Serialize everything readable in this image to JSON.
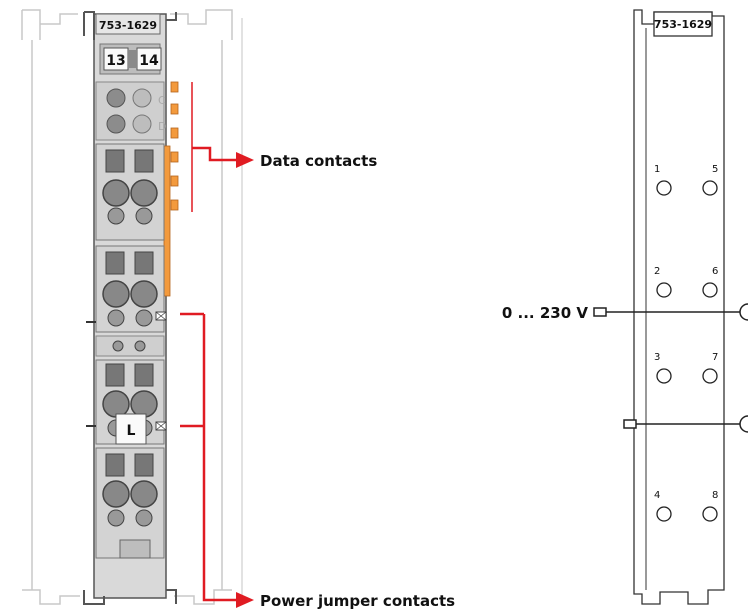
{
  "left_module": {
    "part_number": "753-1629",
    "terminal_markers": [
      "13",
      "14"
    ],
    "led_letters": [
      "C",
      "D"
    ],
    "potential_label": "L"
  },
  "callouts": {
    "data_contacts": "Data contacts",
    "power_jumper_contacts": "Power jumper contacts"
  },
  "right_schematic": {
    "part_number": "753-1629",
    "terminal_numbers": [
      "1",
      "5",
      "2",
      "6",
      "3",
      "7",
      "4",
      "8"
    ],
    "voltage_label": "0 ... 230 V"
  },
  "colors": {
    "housing_gray": "#d6d6d6",
    "outline_gray": "#a9a9a9",
    "dark_gray": "#7a7a7a",
    "orange_contact": "#f39a3d",
    "callout_red": "#e01b22",
    "text": "#111111"
  }
}
